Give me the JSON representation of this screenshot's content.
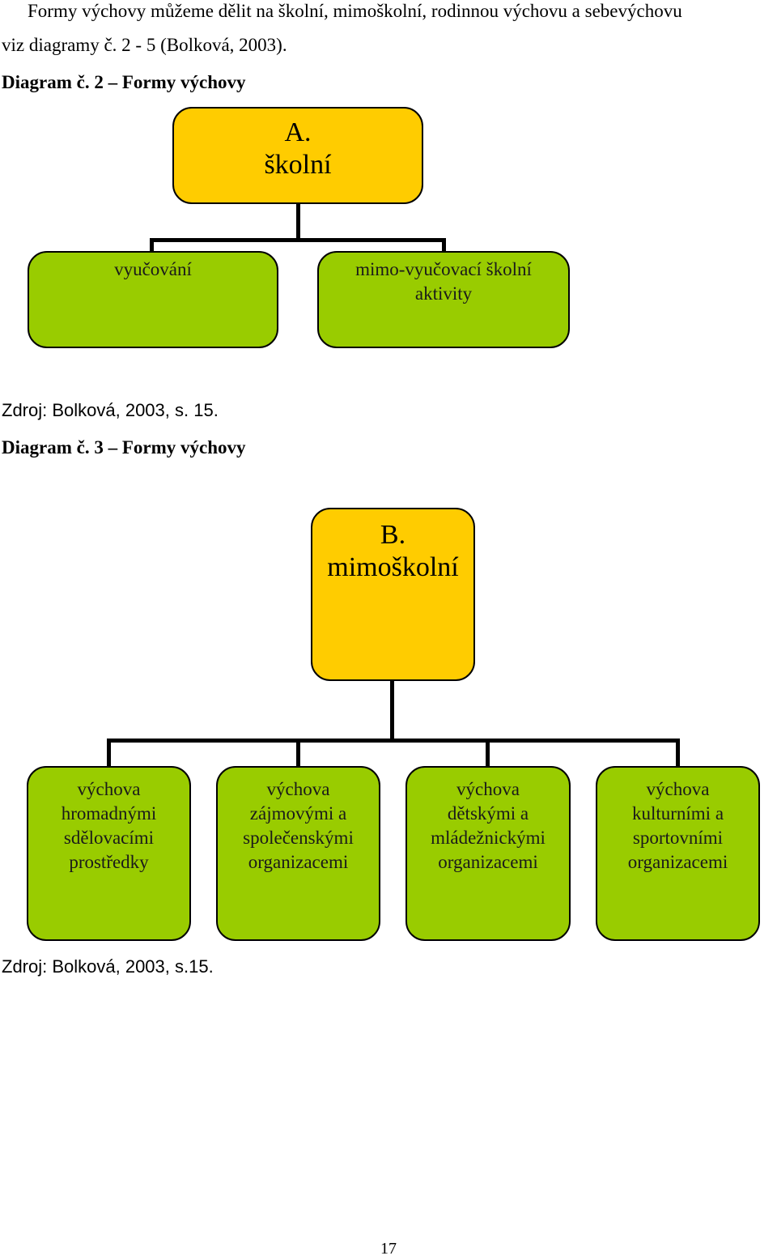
{
  "intro": {
    "line1": "Formy výchovy můžeme dělit na školní, mimoškolní, rodinnou výchovu a sebevýchovu",
    "line2": "viz diagramy č. 2 - 5 (Bolková, 2003)."
  },
  "diagram2": {
    "heading": "Diagram č. 2 – Formy výchovy",
    "root": {
      "line1": "A.",
      "line2": "školní"
    },
    "children": [
      {
        "lines": [
          "vyučování"
        ]
      },
      {
        "lines": [
          "mimo-vyučovací školní",
          "aktivity"
        ]
      }
    ],
    "source": "Zdroj: Bolková, 2003, s. 15."
  },
  "diagram3": {
    "heading": "Diagram č. 3 – Formy výchovy",
    "root": {
      "line1": "B.",
      "line2": "mimoškolní"
    },
    "children": [
      {
        "lines": [
          "výchova",
          "hromadnými",
          "sdělovacími",
          "prostředky"
        ]
      },
      {
        "lines": [
          "výchova",
          "zájmovými a",
          "společenskými",
          "organizacemi"
        ]
      },
      {
        "lines": [
          "výchova",
          "dětskými a",
          "mládežnickými",
          "organizacemi"
        ]
      },
      {
        "lines": [
          "výchova",
          "kulturními a",
          "sportovními",
          "organizacemi"
        ]
      }
    ],
    "source": "Zdroj: Bolková, 2003, s.15."
  },
  "page_number": "17",
  "colors": {
    "root_fill": "#ffcc00",
    "child_fill": "#99cc00",
    "connector": "#000000"
  }
}
